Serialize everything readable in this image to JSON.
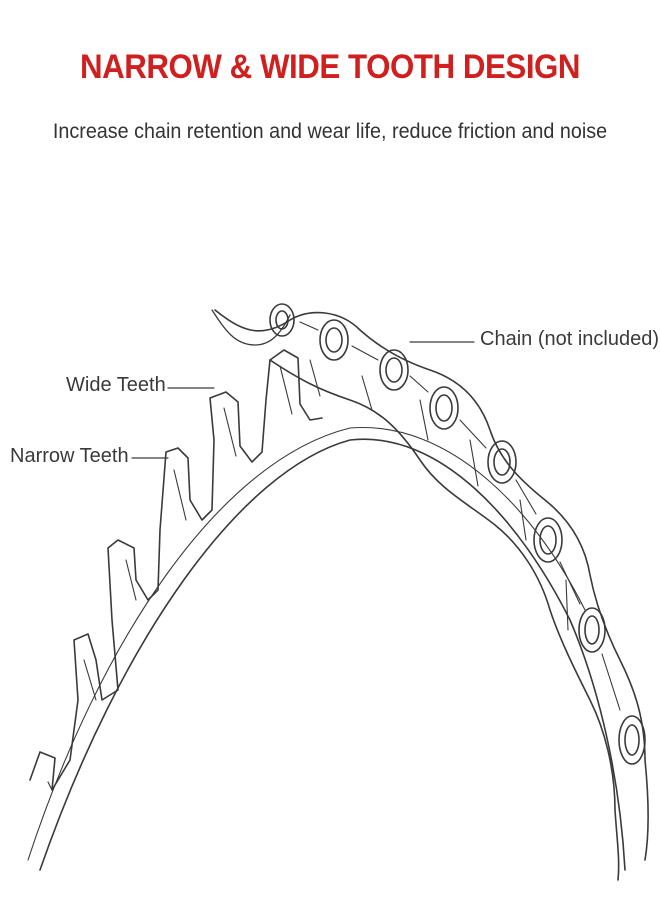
{
  "header": {
    "title": "NARROW & WIDE TOOTH DESIGN",
    "subtitle": "Increase chain retention and wear life, reduce friction and noise"
  },
  "callouts": {
    "chain": "Chain (not included)",
    "wide_teeth": "Wide Teeth",
    "narrow_teeth": "Narrow Teeth"
  },
  "colors": {
    "title": "#cf1f1f",
    "text": "#333333",
    "line": "#3a3a3a"
  }
}
